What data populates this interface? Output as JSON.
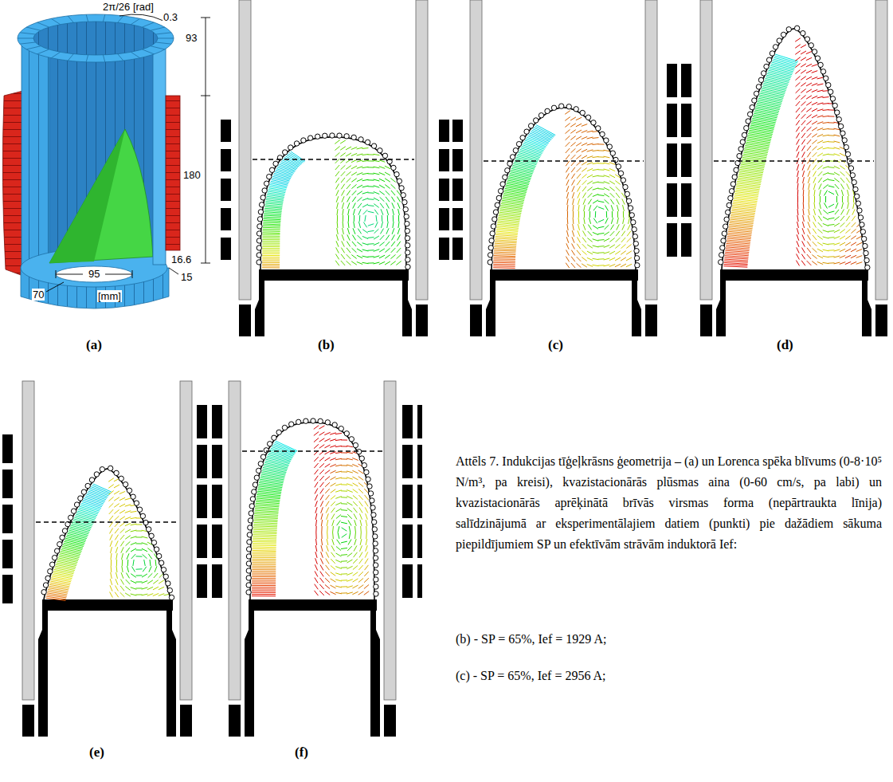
{
  "diagram": {
    "caption": "Attēls 7. Indukcijas tīģeļkrāsns ģeometrija – (a) un Lorenca spēka blīvums (0-8·10⁵ N/m³, pa kreisi), kvazistacionārās plūsmas aina (0-60 cm/s, pa labi) un kvazistacionārās aprēķinātā brīvās virsmas forma (nepārtraukta līnija) salīdzinājumā ar eksperimentālajiem datiem (punkti) pie dažādiem sākuma piepildījumiem SP un efektīvām strāvām induktorā Ief:",
    "labels": [
      "2π/26 [rad]",
      "0.3",
      "93",
      "180",
      "16.6",
      "95",
      "15",
      "70",
      "[mm]",
      "(a)",
      "(b)",
      "(c)",
      "(d)",
      "(e)",
      "(f)",
      "(b) - SP = 65%, Ief = 1929 A;",
      "(c) - SP = 65%, Ief = 2956 A;"
    ]
  }
}
